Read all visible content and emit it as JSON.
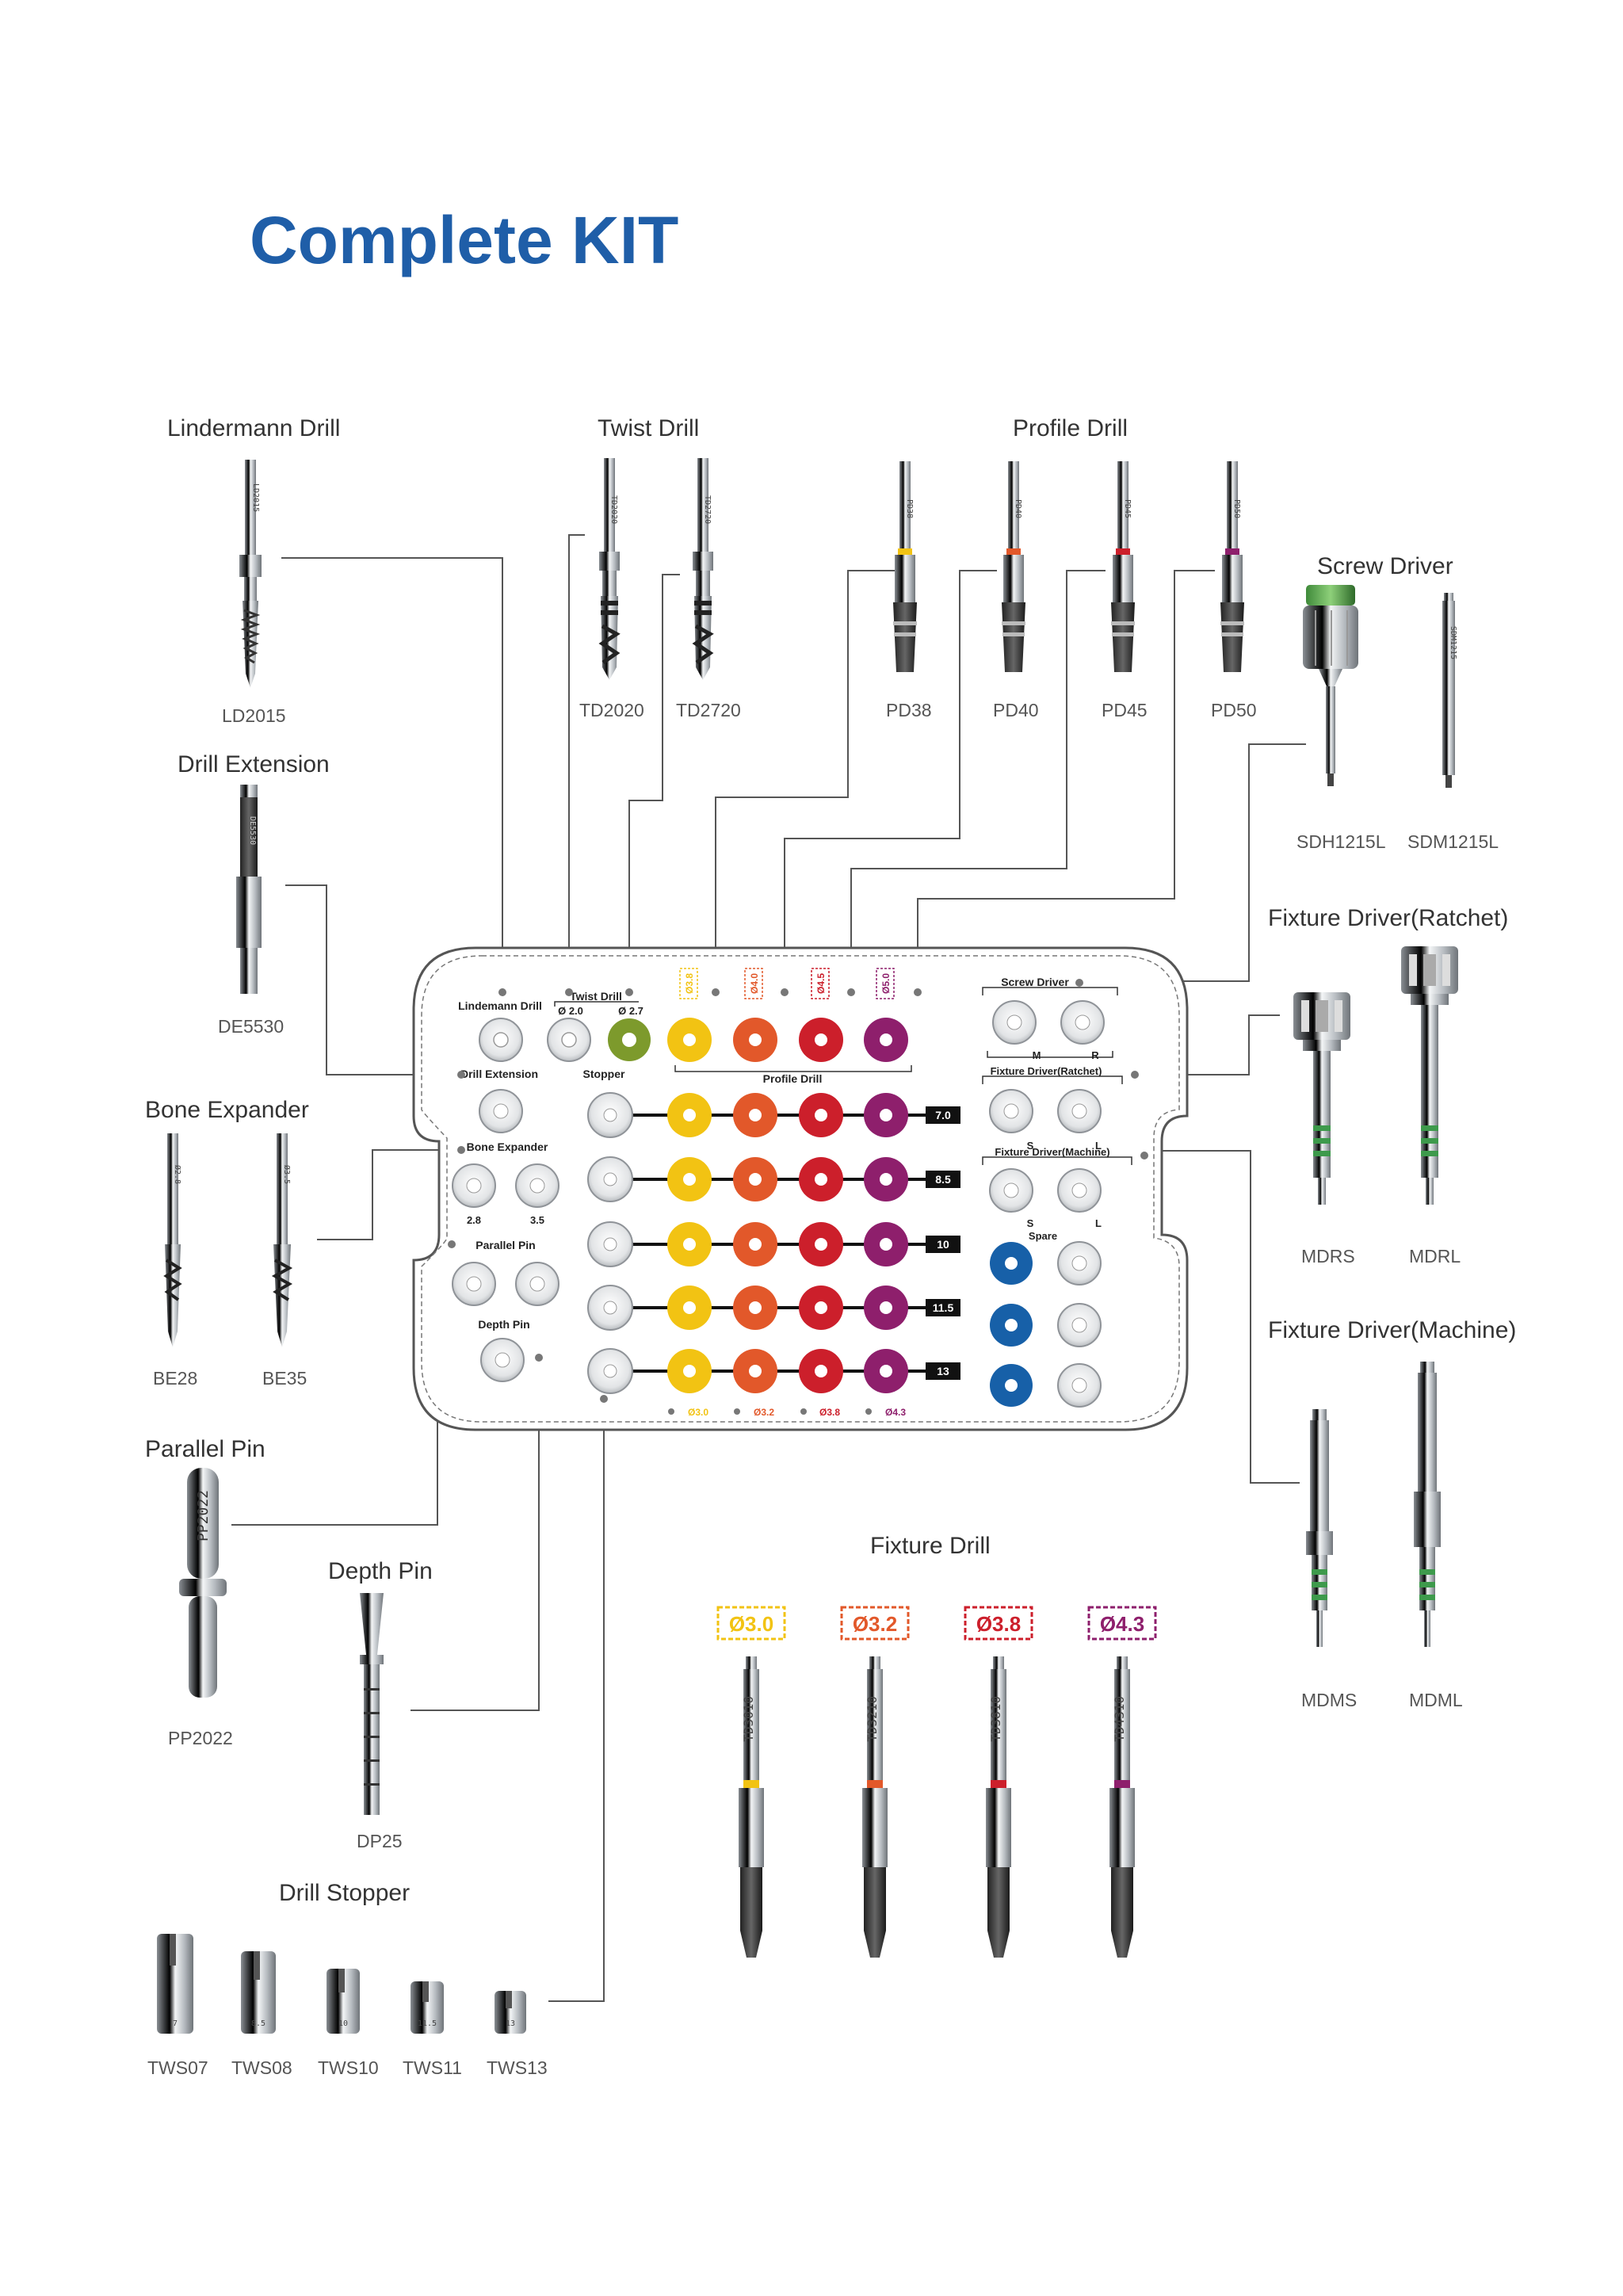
{
  "page": {
    "title": "Complete KIT"
  },
  "sections": {
    "lindemann": {
      "label": "Lindermann Drill",
      "codes": [
        "LD2015"
      ]
    },
    "twist": {
      "label": "Twist Drill",
      "codes": [
        "TD2020",
        "TD2720"
      ]
    },
    "profile": {
      "label": "Profile Drill",
      "codes": [
        "PD38",
        "PD40",
        "PD45",
        "PD50"
      ]
    },
    "screw_driver": {
      "label": "Screw Driver",
      "codes": [
        "SDH1215L",
        "SDM1215L"
      ]
    },
    "drill_extension": {
      "label": "Drill Extension",
      "codes": [
        "DE5530"
      ]
    },
    "fixture_ratchet": {
      "label": "Fixture Driver(Ratchet)",
      "codes": [
        "MDRS",
        "MDRL"
      ]
    },
    "bone_expander": {
      "label": "Bone Expander",
      "codes": [
        "BE28",
        "BE35"
      ]
    },
    "fixture_machine": {
      "label": "Fixture Driver(Machine)",
      "codes": [
        "MDMS",
        "MDML"
      ]
    },
    "parallel_pin": {
      "label": "Parallel Pin",
      "codes": [
        "PP2022"
      ]
    },
    "depth_pin": {
      "label": "Depth Pin",
      "codes": [
        "DP25"
      ]
    },
    "fixture_drill": {
      "label": "Fixture Drill",
      "badges": [
        "Ø3.0",
        "Ø3.2",
        "Ø3.8",
        "Ø4.3"
      ]
    },
    "drill_stopper": {
      "label": "Drill Stopper",
      "codes": [
        "TWS07",
        "TWS08",
        "TWS10",
        "TWS11",
        "TWS13"
      ]
    }
  },
  "tool_engravings": {
    "lindemann": "LD2015",
    "twist": [
      "TD2020",
      "TD2720"
    ],
    "profile": [
      "PD38",
      "PD40",
      "PD45",
      "PD50"
    ],
    "screw_driver": "SDM1215",
    "drill_extension": "DE5530",
    "bone_expander": [
      "Ø2.8",
      "Ø3.5"
    ],
    "parallel_pin": "PP2022",
    "fixture_drill": [
      "TD3010",
      "TD3210",
      "TD3810",
      "TD4310"
    ],
    "stopper": [
      "7",
      "8.5",
      "10",
      "11.5",
      "13"
    ]
  },
  "tray": {
    "lindemann_label": "Lindemann Drill",
    "twist_label": "Twist Drill",
    "twist_d1": "Ø 2.0",
    "twist_d2": "Ø 2.7",
    "profile_badges": [
      "Ø3.8",
      "Ø4.0",
      "Ø4.5",
      "Ø5.0"
    ],
    "drill_extension_label": "Drill Extension",
    "stopper_label": "Stopper",
    "profile_label": "Profile Drill",
    "bone_expander_label": "Bone Expander",
    "be_sizes": [
      "2.8",
      "3.5"
    ],
    "parallel_pin_label": "Parallel Pin",
    "depth_pin_label": "Depth Pin",
    "depths": [
      "7.0",
      "8.5",
      "10",
      "11.5",
      "13"
    ],
    "bottom_diameters": [
      "Ø3.0",
      "Ø3.2",
      "Ø3.8",
      "Ø4.3"
    ],
    "screw_driver_label": "Screw Driver",
    "sd_m": "M",
    "sd_r": "R",
    "ratchet_label": "Fixture Driver(Ratchet)",
    "ratchet_s": "S",
    "ratchet_l": "L",
    "machine_label": "Fixture Driver(Machine)",
    "machine_s": "S",
    "machine_l": "L",
    "spare_label": "Spare"
  },
  "colors": {
    "title": "#1f5ea8",
    "yellow": "#f2c313",
    "orange": "#e2582a",
    "red": "#cc1f2b",
    "purple": "#8e1f6c",
    "olive": "#7d9a2c",
    "blue": "#1760a8",
    "green_band": "#3e9a4c"
  }
}
